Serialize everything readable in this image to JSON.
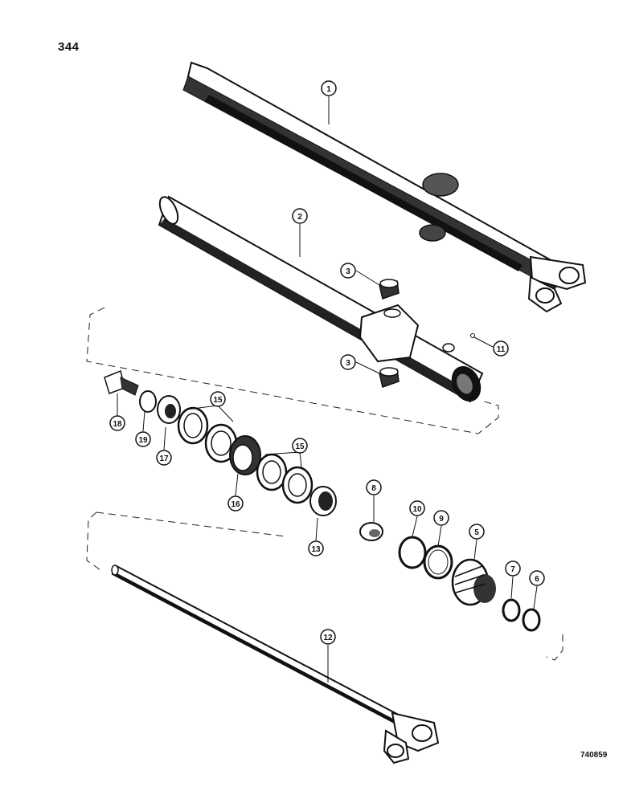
{
  "page_number": "344",
  "drawing_code": "740859",
  "callouts": [
    "1",
    "2",
    "3",
    "3",
    "11",
    "18",
    "19",
    "17",
    "15",
    "16",
    "15",
    "13",
    "8",
    "10",
    "9",
    "5",
    "7",
    "6",
    "12"
  ]
}
